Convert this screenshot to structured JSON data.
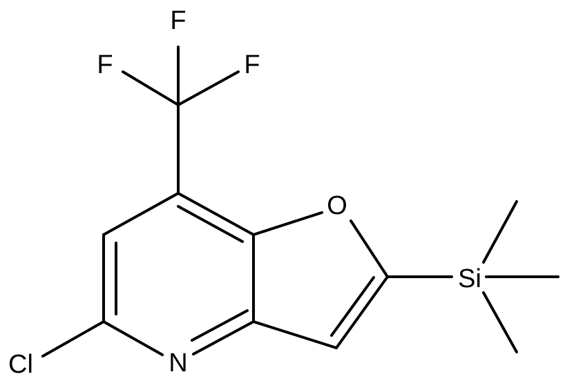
{
  "atoms": {
    "F_top": "F",
    "F_left": "F",
    "F_right": "F",
    "O_ring": "O",
    "Si": "Si",
    "Cl": "Cl",
    "N_ring": "N"
  },
  "colors": {
    "bond": "#000000",
    "label": "#000000",
    "background": "#ffffff"
  }
}
